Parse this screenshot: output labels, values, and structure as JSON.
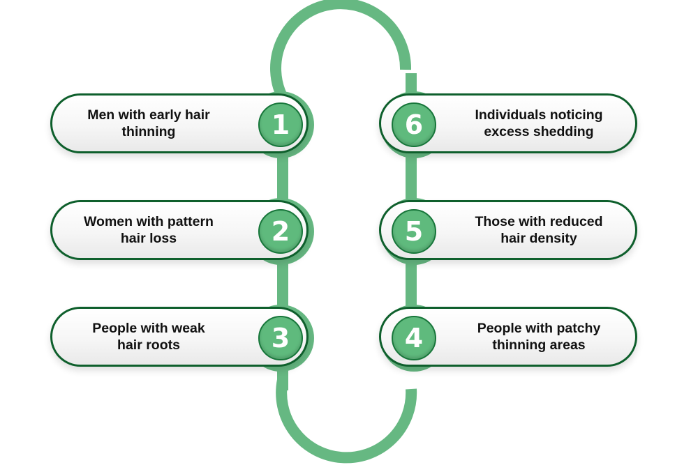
{
  "colors": {
    "ring": "#66b882",
    "pill_border": "#0e5f2c",
    "number_fill": "#5fba7d",
    "text": "#111111"
  },
  "steps": [
    {
      "number": "1",
      "label_line1": "Men with early hair",
      "label_line2": "thinning"
    },
    {
      "number": "2",
      "label_line1": "Women with pattern",
      "label_line2": "hair loss"
    },
    {
      "number": "3",
      "label_line1": "People with weak",
      "label_line2": "hair roots"
    },
    {
      "number": "4",
      "label_line1": "People with patchy",
      "label_line2": "thinning areas"
    },
    {
      "number": "5",
      "label_line1": "Those with reduced",
      "label_line2": "hair density"
    },
    {
      "number": "6",
      "label_line1": "Individuals noticing",
      "label_line2": "excess shedding"
    }
  ]
}
